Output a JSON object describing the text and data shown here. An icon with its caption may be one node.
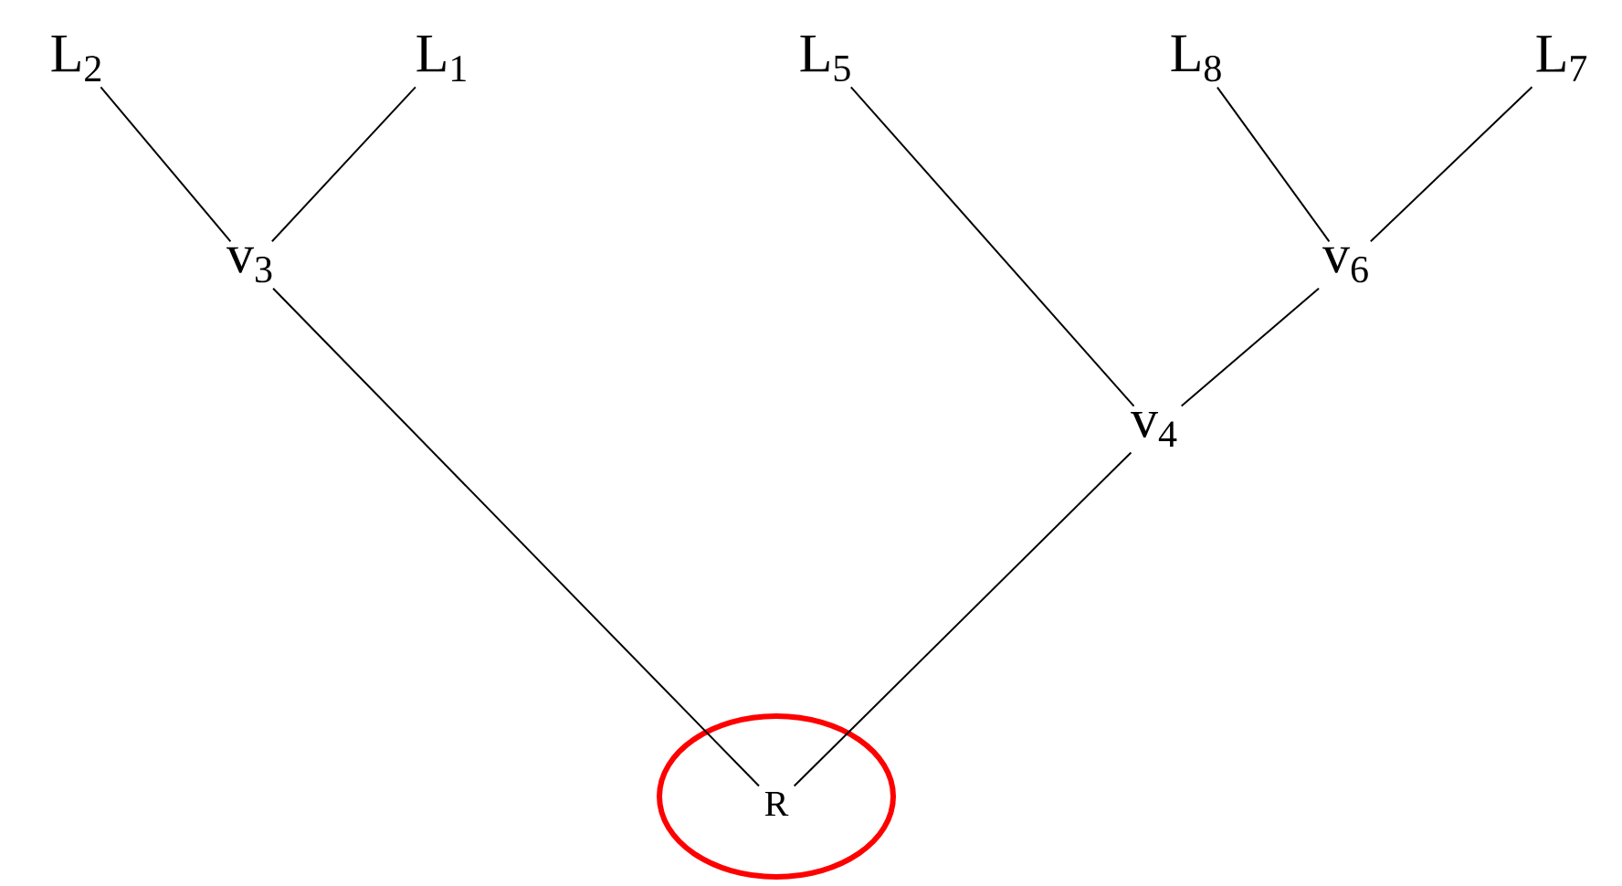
{
  "diagram": {
    "nodes": [
      {
        "text": [
          "L$_{2}$"
        ]
      },
      {
        "text": [
          "L$_{1}$"
        ]
      },
      {
        "text": [
          "L$_{5}$"
        ]
      },
      {
        "text": [
          "L$_{8}$"
        ]
      },
      {
        "text": [
          "L$_{7}$"
        ]
      },
      {
        "text": [
          "v$_{3}$"
        ]
      },
      {
        "text": [
          "v$_{6}$"
        ]
      },
      {
        "text": [
          "v$_{4}$"
        ]
      },
      {
        "text": [
          "R"
        ]
      }
    ],
    "edges": [
      {
        "from": 5,
        "to": 0,
        "arrow": "none"
      },
      {
        "from": 5,
        "to": 1,
        "arrow": "none"
      },
      {
        "from": 8,
        "to": 5,
        "arrow": "none"
      },
      {
        "from": 8,
        "to": 7,
        "arrow": "none"
      },
      {
        "from": 7,
        "to": 2,
        "arrow": "none"
      },
      {
        "from": 7,
        "to": 6,
        "arrow": "none"
      },
      {
        "from": 6,
        "to": 3,
        "arrow": "none"
      },
      {
        "from": 6,
        "to": 4,
        "arrow": "none"
      }
    ]
  }
}
